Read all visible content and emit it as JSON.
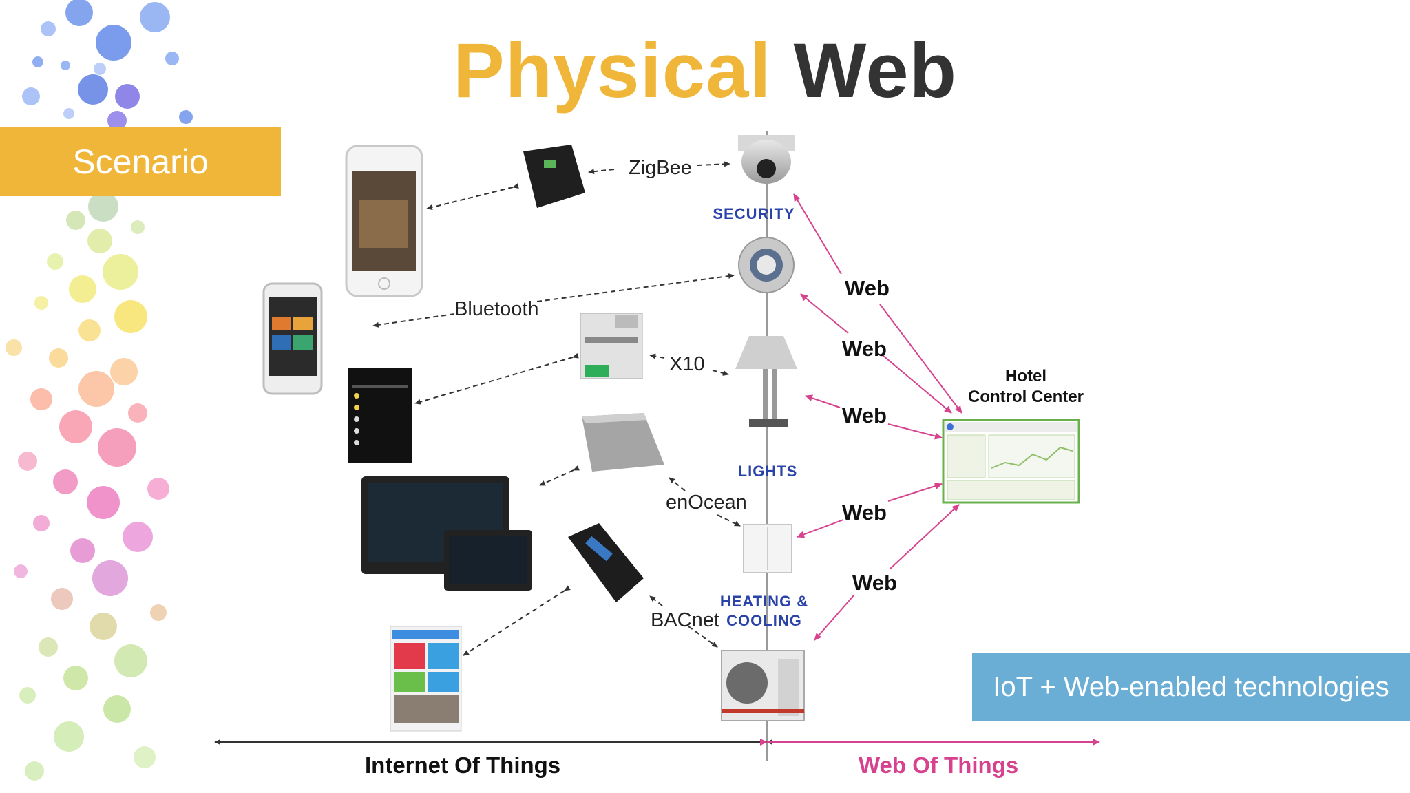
{
  "slide": {
    "title_part1": "Physical",
    "title_part2": "Web",
    "scenario_label": "Scenario",
    "callout": "IoT + Web-enabled technologies"
  },
  "diagram": {
    "protocols": {
      "zigbee": "ZigBee",
      "bluetooth": "Bluetooth",
      "x10": "X10",
      "enocean": "enOcean",
      "bacnet": "BACnet"
    },
    "categories": {
      "security": "SECURITY",
      "lights": "LIGHTS",
      "heating_line1": "HEATING &",
      "heating_line2": "COOLING"
    },
    "web_label": "Web",
    "hotel_line1": "Hotel",
    "hotel_line2": "Control Center",
    "axis_left": "Internet Of Things",
    "axis_right": "Web Of Things"
  },
  "colors": {
    "accent_yellow": "#f0b63a",
    "title_dark": "#333333",
    "callout_blue": "#6aaed6",
    "web_pink": "#d6428e",
    "category_blue": "#2a43a8"
  }
}
